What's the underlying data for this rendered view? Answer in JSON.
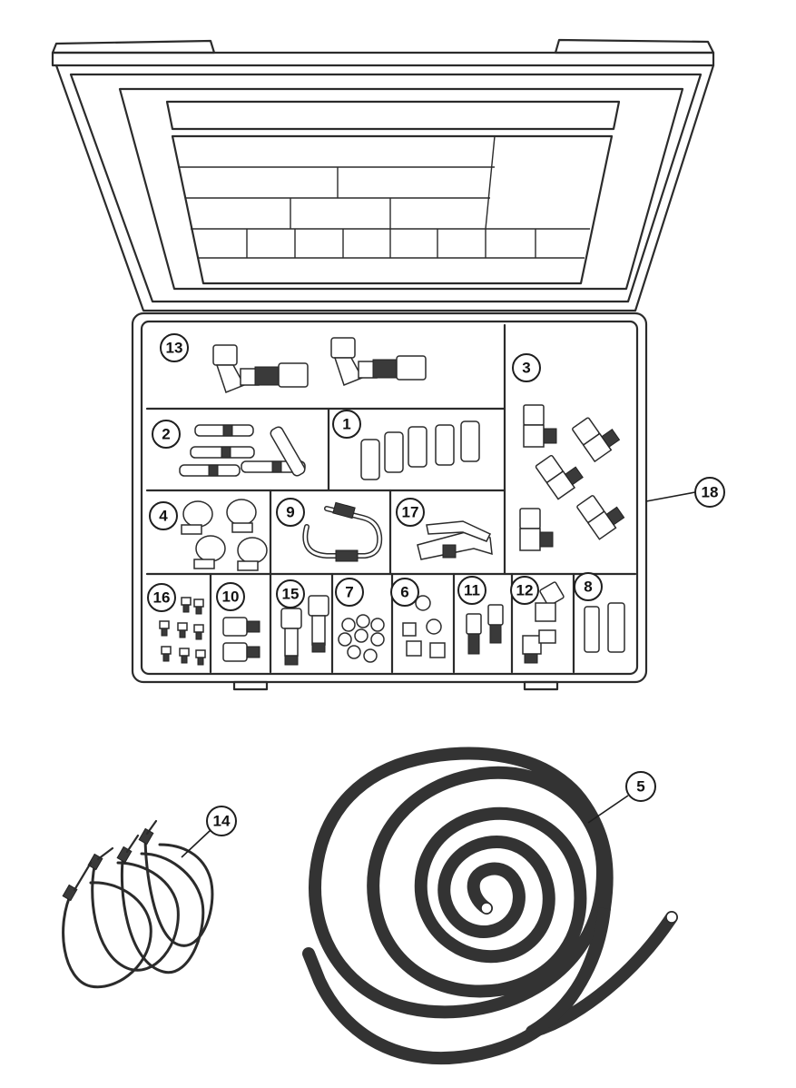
{
  "colors": {
    "line": "#2b2b2b",
    "background": "#ffffff",
    "tube": "#333333",
    "callout": "#1e1e1e"
  },
  "callouts": [
    {
      "id": "c13",
      "label": "13"
    },
    {
      "id": "c3",
      "label": "3"
    },
    {
      "id": "c2",
      "label": "2"
    },
    {
      "id": "c1",
      "label": "1"
    },
    {
      "id": "c18",
      "label": "18"
    },
    {
      "id": "c4",
      "label": "4"
    },
    {
      "id": "c9",
      "label": "9"
    },
    {
      "id": "c17",
      "label": "17"
    },
    {
      "id": "c16",
      "label": "16"
    },
    {
      "id": "c10",
      "label": "10"
    },
    {
      "id": "c15",
      "label": "15"
    },
    {
      "id": "c7",
      "label": "7"
    },
    {
      "id": "c6",
      "label": "6"
    },
    {
      "id": "c11",
      "label": "11"
    },
    {
      "id": "c12",
      "label": "12"
    },
    {
      "id": "c8",
      "label": "8"
    },
    {
      "id": "c5",
      "label": "5"
    },
    {
      "id": "c14",
      "label": "14"
    }
  ]
}
